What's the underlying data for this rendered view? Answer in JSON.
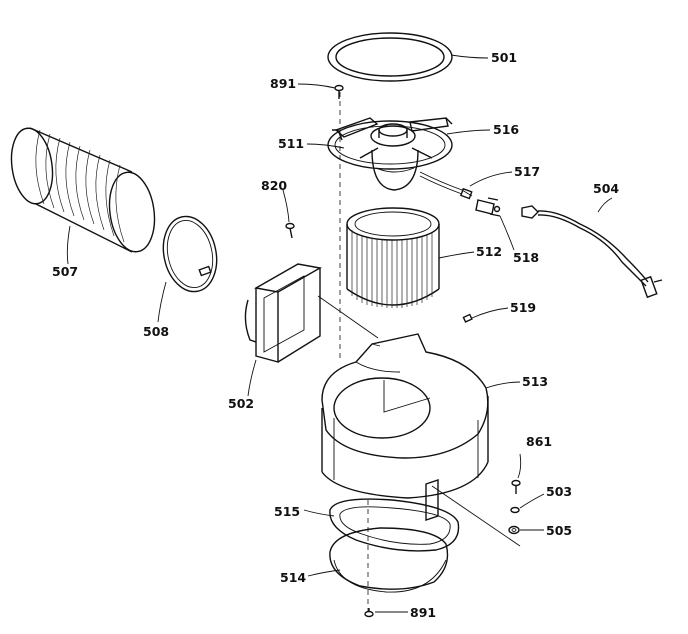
{
  "parts": [
    {
      "key": "p501",
      "number": "501"
    },
    {
      "key": "p891a",
      "number": "891"
    },
    {
      "key": "p516",
      "number": "516"
    },
    {
      "key": "p511",
      "number": "511"
    },
    {
      "key": "p517",
      "number": "517"
    },
    {
      "key": "p504",
      "number": "504"
    },
    {
      "key": "p820",
      "number": "820"
    },
    {
      "key": "p518",
      "number": "518"
    },
    {
      "key": "p512",
      "number": "512"
    },
    {
      "key": "p507",
      "number": "507"
    },
    {
      "key": "p508",
      "number": "508"
    },
    {
      "key": "p519",
      "number": "519"
    },
    {
      "key": "p513",
      "number": "513"
    },
    {
      "key": "p502",
      "number": "502"
    },
    {
      "key": "p861",
      "number": "861"
    },
    {
      "key": "p503",
      "number": "503"
    },
    {
      "key": "p505",
      "number": "505"
    },
    {
      "key": "p515",
      "number": "515"
    },
    {
      "key": "p514",
      "number": "514"
    },
    {
      "key": "p891b",
      "number": "891"
    }
  ]
}
